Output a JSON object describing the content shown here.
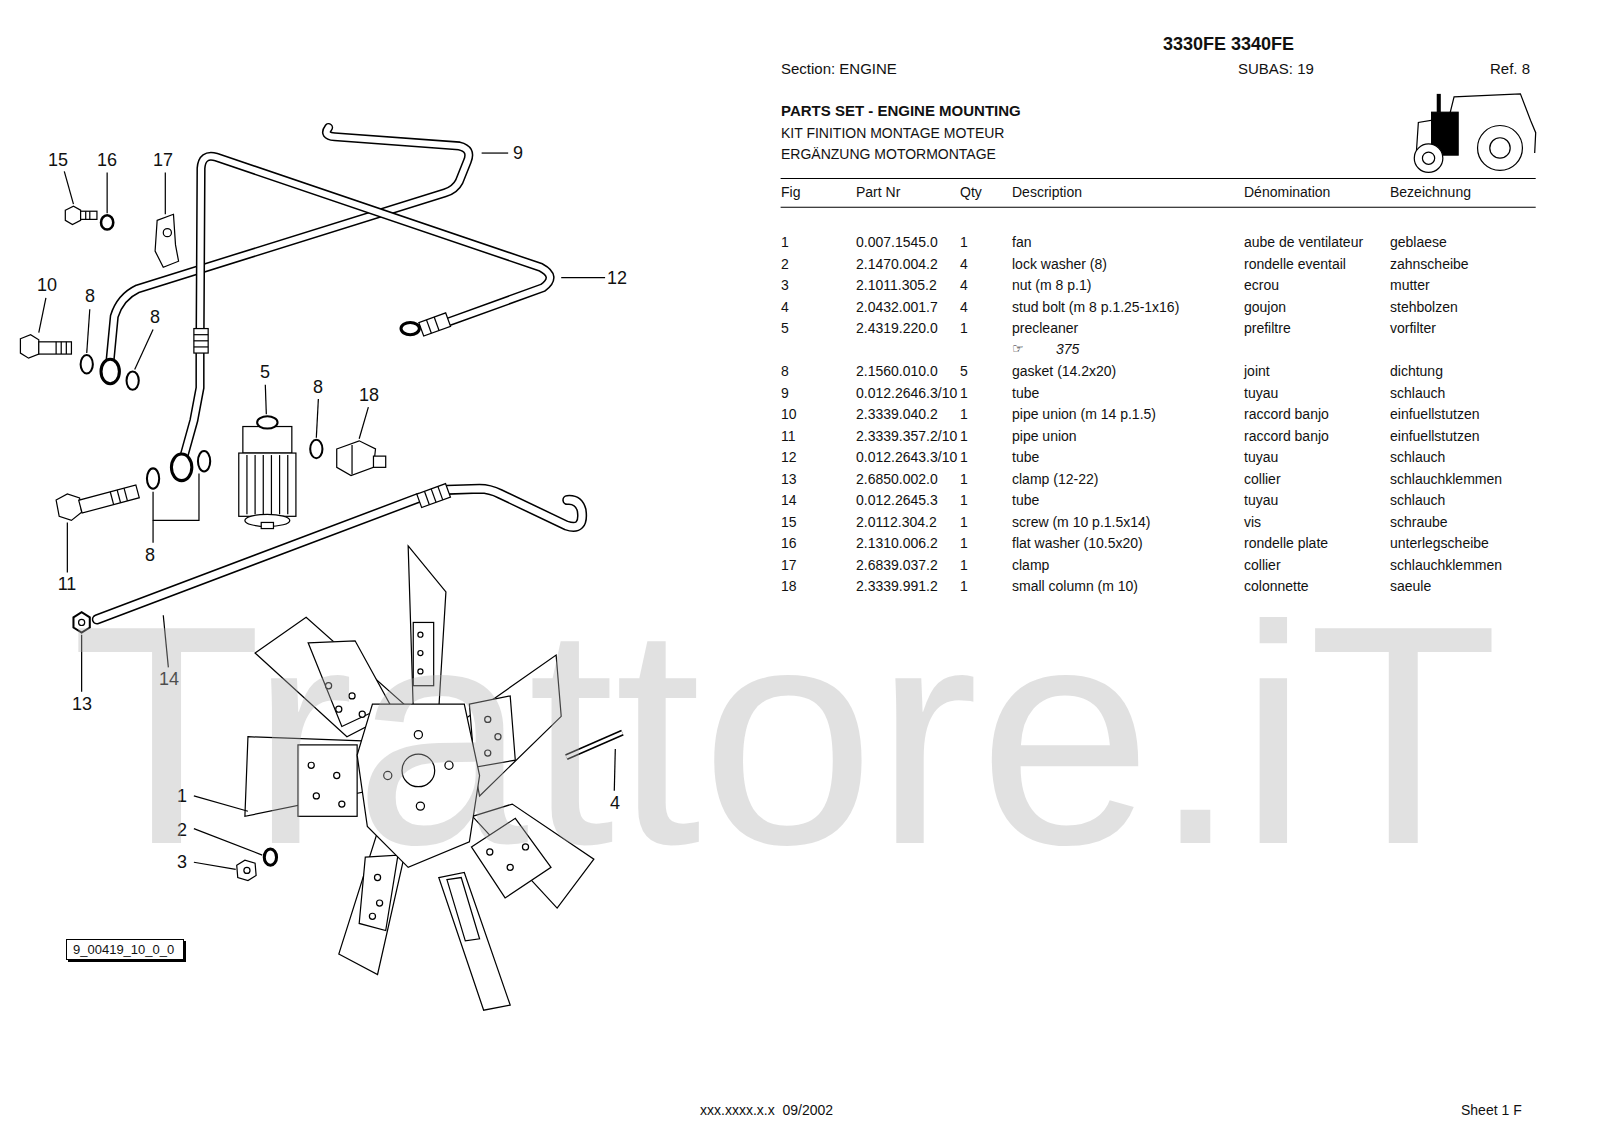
{
  "diagram": {
    "title": "PARTS SET - ENGINE MOUNTING",
    "nodes": [
      {
        "text": [
          "9_00419_10_0_0"
        ]
      }
    ],
    "edges": [],
    "labels": [
      "3330FE 3340FE",
      "Section: ENGINE",
      "SUBAS: 19",
      "Ref. 8",
      "KIT FINITION MONTAGE MOTEUR",
      "ERGÄNZUNG MOTORMONTAGE",
      "Fig",
      "Part Nr",
      "Qty",
      "Description",
      "Dénomination",
      "Bezeichnung",
      "1",
      "0.007.1545.0",
      "1",
      "fan",
      "aube de ventilateur",
      "geblaese",
      "2",
      "2.1470.004.2",
      "4",
      "lock washer (8)",
      "rondelle eventail",
      "zahnscheibe",
      "3",
      "2.1011.305.2",
      "4",
      "nut (m 8 p.1)",
      "ecrou",
      "mutter",
      "4",
      "2.0432.001.7",
      "4",
      "stud bolt (m 8 p.1.25-1x16)",
      "goujon",
      "stehbolzen",
      "5",
      "2.4319.220.0",
      "1",
      "precleaner",
      "prefiltre",
      "vorfilter",
      "☞",
      "375",
      "8",
      "2.1560.010.0",
      "5",
      "gasket (14.2x20)",
      "joint",
      "dichtung",
      "9",
      "0.012.2646.3/10",
      "1",
      "tube",
      "tuyau",
      "schlauch",
      "10",
      "2.3339.040.2",
      "1",
      "pipe union (m 14 p.1.5)",
      "raccord banjo",
      "einfuellstutzen",
      "11",
      "2.3339.357.2/10",
      "1",
      "pipe union",
      "raccord banjo",
      "einfuellstutzen",
      "12",
      "0.012.2643.3/10",
      "1",
      "tube",
      "tuyau",
      "schlauch",
      "13",
      "2.6850.002.0",
      "1",
      "clamp (12-22)",
      "collier",
      "schlauchklemmen",
      "14",
      "0.012.2645.3",
      "1",
      "tube",
      "tuyau",
      "schlauch",
      "15",
      "2.0112.304.2",
      "1",
      "screw (m 10 p.1.5x14)",
      "vis",
      "schraube",
      "16",
      "2.1310.006.2",
      "1",
      "flat washer (10.5x20)",
      "rondelle plate",
      "unterlegscheibe",
      "17",
      "2.6839.037.2",
      "1",
      "clamp",
      "collier",
      "schlauchklemmen",
      "18",
      "2.3339.991.2",
      "1",
      "small column (m 10)",
      "colonnette",
      "saeule",
      "15",
      "16",
      "17",
      "9",
      "10",
      "8",
      "8",
      "12",
      "5",
      "8",
      "18",
      "11",
      "8",
      "14",
      "13",
      "1",
      "2",
      "3",
      "4",
      "Trattore.iT",
      "xxx.xxxx.x.x  09/2002",
      "Sheet 1 F"
    ]
  }
}
